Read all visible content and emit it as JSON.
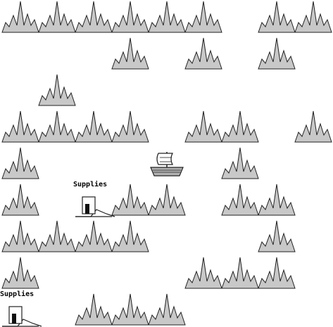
{
  "grid": {
    "cols": 9,
    "rows": 9
  },
  "colors": {
    "mountain_fill": "#c8c8c8",
    "outline": "#222222",
    "hut_door": "#111111",
    "ship_hull": "#b0b0b0"
  },
  "icons": {
    "mountain": "mountain-icon",
    "ship": "ship-icon",
    "supplies": "supplies-hut-icon"
  },
  "mountains": [
    [
      0,
      0
    ],
    [
      1,
      0
    ],
    [
      2,
      0
    ],
    [
      3,
      0
    ],
    [
      4,
      0
    ],
    [
      5,
      0
    ],
    [
      7,
      0
    ],
    [
      8,
      0
    ],
    [
      3,
      1
    ],
    [
      5,
      1
    ],
    [
      7,
      1
    ],
    [
      1,
      2
    ],
    [
      0,
      3
    ],
    [
      1,
      3
    ],
    [
      2,
      3
    ],
    [
      3,
      3
    ],
    [
      5,
      3
    ],
    [
      6,
      3
    ],
    [
      8,
      3
    ],
    [
      0,
      4
    ],
    [
      6,
      4
    ],
    [
      0,
      5
    ],
    [
      3,
      5
    ],
    [
      4,
      5
    ],
    [
      6,
      5
    ],
    [
      7,
      5
    ],
    [
      0,
      6
    ],
    [
      1,
      6
    ],
    [
      2,
      6
    ],
    [
      3,
      6
    ],
    [
      7,
      6
    ],
    [
      0,
      7
    ],
    [
      5,
      7
    ],
    [
      6,
      7
    ],
    [
      7,
      7
    ],
    [
      2,
      8
    ],
    [
      3,
      8
    ],
    [
      4,
      8
    ]
  ],
  "ship": {
    "col": 4,
    "row": 4
  },
  "supplies": [
    {
      "col": 2,
      "row": 5,
      "label": "Supplies"
    },
    {
      "col": 0,
      "row": 8,
      "label": "Supplies"
    }
  ]
}
